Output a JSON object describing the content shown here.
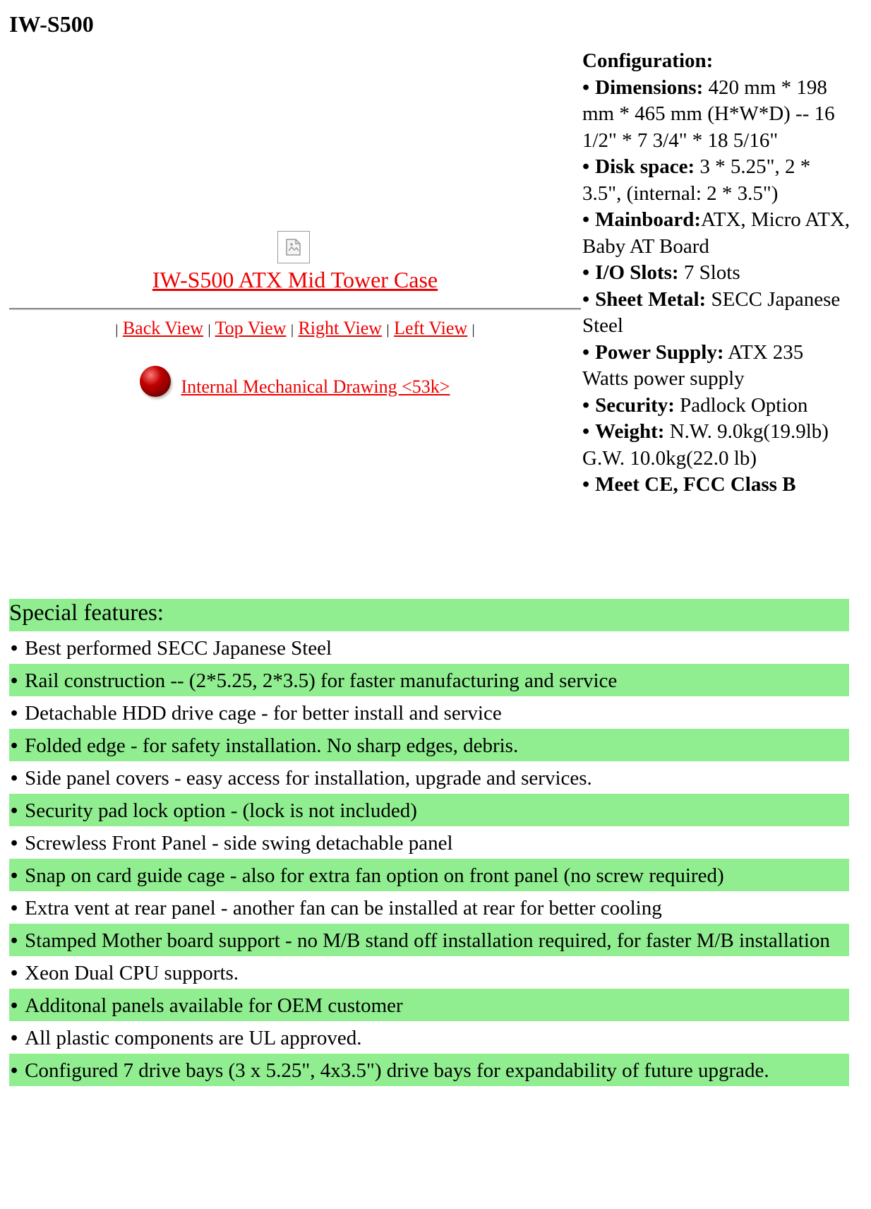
{
  "page": {
    "title": "IW-S500"
  },
  "product": {
    "image_icon": "broken-image-icon",
    "link_label": "IW-S500 ATX Mid Tower Case"
  },
  "views": {
    "separator": "|",
    "back": "Back View",
    "top": "Top View",
    "right": "Right View",
    "left": "Left View"
  },
  "drawing": {
    "icon": "red-ball-icon",
    "label": "Internal Mechanical Drawing <53k>"
  },
  "configuration": {
    "heading": "Configuration:",
    "specs": [
      {
        "key": "Dimensions:",
        "value": "420 mm * 198 mm * 465 mm (H*W*D) -- 16 1/2\" * 7 3/4\" * 18 5/16\""
      },
      {
        "key": "Disk space:",
        "value": "3 * 5.25\", 2 * 3.5\", (internal: 2 * 3.5\")"
      },
      {
        "key": "Mainboard:",
        "value": "ATX, Micro ATX, Baby AT Board"
      },
      {
        "key": "I/O Slots:",
        "value": "7 Slots"
      },
      {
        "key": "Sheet Metal:",
        "value": "SECC Japanese Steel"
      },
      {
        "key": "Power Supply:",
        "value": "ATX 235 Watts power supply"
      },
      {
        "key": "Security:",
        "value": "Padlock Option"
      },
      {
        "key": "Weight:",
        "value": "N.W. 9.0kg(19.9lb) G.W. 10.0kg(22.0 lb)"
      },
      {
        "key": "Meet CE, FCC Class B",
        "value": ""
      }
    ]
  },
  "features": {
    "heading": "Special features:",
    "highlight_color": "#90ee90",
    "items": [
      "Best performed SECC Japanese Steel",
      "Rail construction -- (2*5.25, 2*3.5) for faster manufacturing and service",
      "Detachable HDD drive cage - for better install and service",
      "Folded edge - for safety installation. No sharp edges, debris.",
      "Side panel covers - easy access for installation, upgrade and services.",
      "Security pad lock option - (lock is not included)",
      "Screwless Front Panel - side swing detachable panel",
      "Snap on card guide cage - also for extra fan option on front panel (no screw required)",
      "Extra vent at rear panel - another fan can be installed at rear for better cooling",
      "Stamped Mother board support - no M/B stand off installation required, for faster M/B installation",
      "Xeon Dual CPU supports.",
      "Additonal panels available for OEM customer",
      "All plastic components are UL approved.",
      "Configured 7 drive bays (3 x 5.25\", 4x3.5\") drive bays for expandability of future upgrade."
    ]
  },
  "colors": {
    "link": "#ee0000",
    "feature_highlight": "#90ee90"
  }
}
